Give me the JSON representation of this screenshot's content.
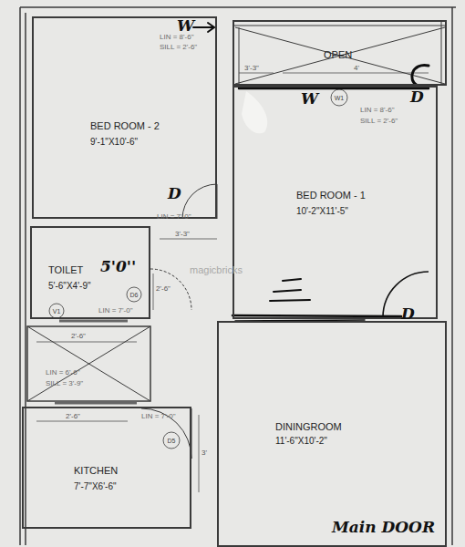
{
  "diagram": {
    "nodes": [
      {
        "text": [
          "BED ROOM - 2",
          "9'-1\"X10'-6\""
        ]
      },
      {
        "text": [
          "OPEN"
        ]
      },
      {
        "text": [
          "BED ROOM - 1",
          "10'-2\"X11'-5\""
        ]
      },
      {
        "text": [
          "TOILET",
          "5'-6\"X4'-9\""
        ]
      },
      {
        "text": [
          "KITCHEN",
          "7'-7\"X6'-6\""
        ]
      },
      {
        "text": [
          "DININGROOM",
          "11'-6\"X10'-2\""
        ]
      }
    ],
    "labels": [
      "W",
      "LIN = 8'-6\"",
      "SILL = 2'-6\"",
      "3'-3\"",
      "4'",
      "W",
      "W1",
      "D",
      "LIN = 8'-6\"",
      "SILL = 2'-6\"",
      "D",
      "LIN = 7'-0\"",
      "3'-3\"",
      "5'0''",
      "D6",
      "2'-6\"",
      "V1",
      "LIN = 7'-0\"",
      "2'-6\"",
      "LIN = 6'-6\"",
      "SILL = 3'-9\"",
      "2'-6\"",
      "LIN = 7'-0\"",
      "D5",
      "3'",
      "D",
      "Main DOOR",
      "magicbricks"
    ]
  }
}
